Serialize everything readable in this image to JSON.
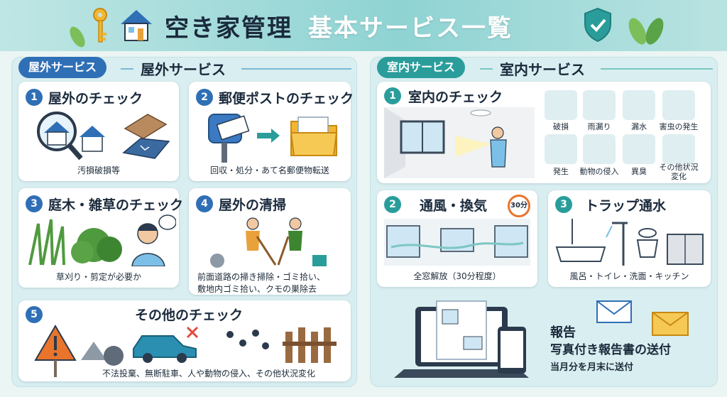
{
  "header": {
    "title_main": "空き家管理",
    "title_sub": "基本サービス一覧"
  },
  "outdoor": {
    "badge": "屋外サービス",
    "title": "屋外サービス",
    "cards": [
      {
        "num": "1",
        "title": "屋外のチェック",
        "caption": "汚損破損等"
      },
      {
        "num": "2",
        "title": "郵便ポストのチェック",
        "caption": "回収・処分・あて名郵便物転送"
      },
      {
        "num": "3",
        "title": "庭木・雑草のチェック",
        "caption": "草刈り・剪定が必要か"
      },
      {
        "num": "4",
        "title": "屋外の清掃",
        "caption_line1": "前面道路の掃き掃除・ゴミ拾い、",
        "caption_line2": "敷地内ゴミ拾い、クモの巣除去"
      },
      {
        "num": "5",
        "title": "その他のチェック",
        "caption": "不法投棄、無断駐車、人や動物の侵入、その他状況変化"
      }
    ]
  },
  "indoor": {
    "badge": "室内サービス",
    "title": "室内サービス",
    "card1": {
      "num": "1",
      "title": "室内のチェック",
      "items": [
        "破損",
        "雨漏り",
        "漏水",
        "害虫の発生",
        "発生",
        "動物の侵入",
        "異臭",
        "その他状況変化"
      ]
    },
    "card2": {
      "num": "2",
      "title": "通風・換気",
      "timer": "30分",
      "caption": "全窓解放（30分程度）"
    },
    "card3": {
      "num": "3",
      "title": "トラップ通水",
      "caption": "風呂・トイレ・洗面・キッチン"
    },
    "report": {
      "title": "報告",
      "line1": "写真付き報告書の送付",
      "line2": "当月分を月末に送付"
    }
  },
  "colors": {
    "outdoor_accent": "#2f6fb6",
    "indoor_accent": "#2a9d9b"
  }
}
